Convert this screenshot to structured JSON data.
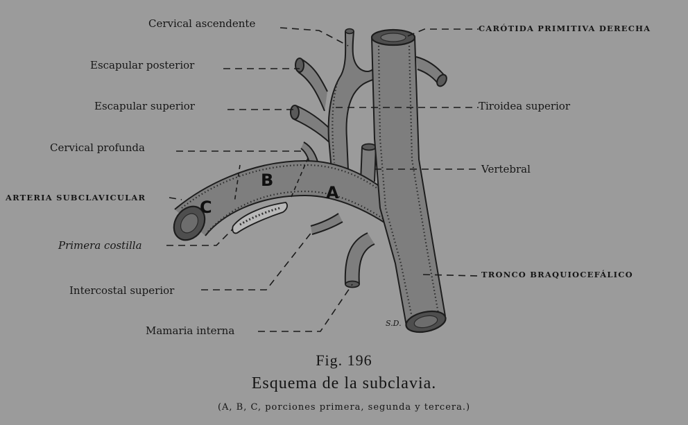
{
  "labels": {
    "cervical_ascendente": "Cervical ascendente",
    "escapular_posterior": "Escapular posterior",
    "escapular_superior": "Escapular superior",
    "cervical_profunda": "Cervical profunda",
    "arteria_subclavicular": "Arteria subclavicular",
    "primera_costilla": "Primera costilla",
    "intercostal_superior": "Intercostal superior",
    "mamaria_interna": "Mamaria interna",
    "carotida": "Carótida primitiva derecha",
    "tiroidea": "Tiroidea superior",
    "vertebral": "Vertebral",
    "tronco": "Tronco braquiocefálico"
  },
  "portions": {
    "a": "A",
    "b": "B",
    "c": "C"
  },
  "signature": "S.D.",
  "caption": {
    "figure": "Fig. 196",
    "title": "Esquema de la subclavia.",
    "subtitle": "(A, B, C, porciones primera, segunda y tercera.)"
  }
}
